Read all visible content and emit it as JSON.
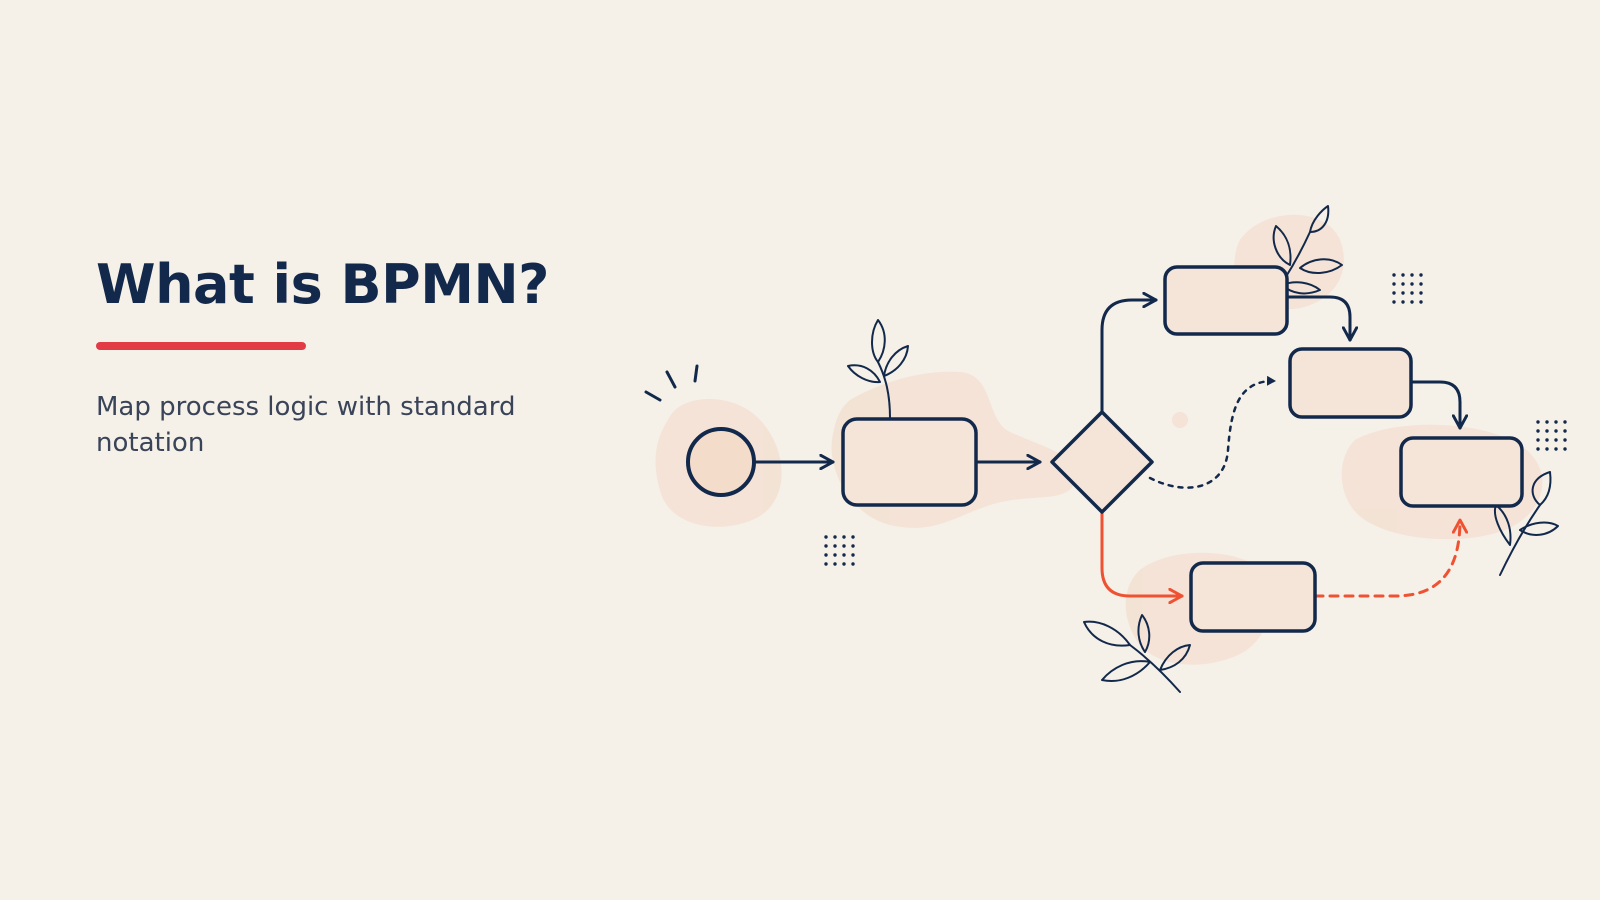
{
  "slide": {
    "title": "What is BPMN?",
    "subtitle": "Map process logic with standard notation"
  },
  "colors": {
    "background": "#f5f0e8",
    "navy": "#13294b",
    "accent": "#e23b46",
    "flow_highlight": "#ef5233",
    "blob": "#f3e1d2",
    "shape_fill": "#f5e5d9"
  },
  "diagram": {
    "elements": [
      {
        "id": "start-event",
        "kind": "start-event"
      },
      {
        "id": "task-1",
        "kind": "task"
      },
      {
        "id": "gateway",
        "kind": "exclusive-gateway"
      },
      {
        "id": "task-upper",
        "kind": "task"
      },
      {
        "id": "task-middle",
        "kind": "task"
      },
      {
        "id": "task-right",
        "kind": "task"
      },
      {
        "id": "task-lower",
        "kind": "task"
      }
    ],
    "flows": [
      {
        "from": "start-event",
        "to": "task-1",
        "style": "solid"
      },
      {
        "from": "task-1",
        "to": "gateway",
        "style": "solid"
      },
      {
        "from": "gateway",
        "to": "task-upper",
        "style": "solid"
      },
      {
        "from": "task-upper",
        "to": "task-middle",
        "style": "solid"
      },
      {
        "from": "task-middle",
        "to": "task-right",
        "style": "solid"
      },
      {
        "from": "gateway",
        "to": "task-middle",
        "style": "dotted"
      },
      {
        "from": "gateway",
        "to": "task-lower",
        "style": "solid-highlight"
      },
      {
        "from": "task-lower",
        "to": "task-right",
        "style": "dashed-highlight"
      }
    ],
    "decorations": [
      "leaf-icon",
      "dot-grid-icon",
      "spark-lines-icon",
      "blob-shape"
    ]
  }
}
